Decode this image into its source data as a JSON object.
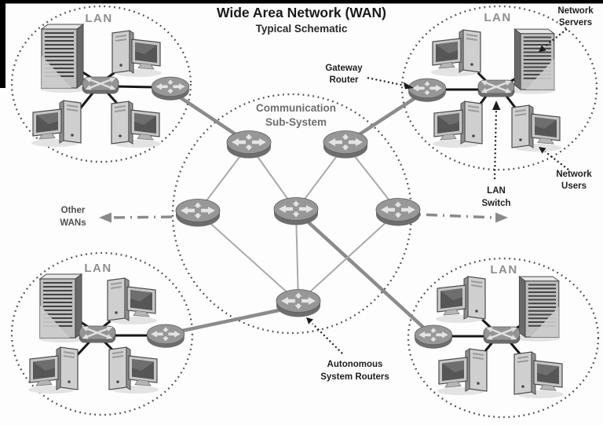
{
  "title": "Wide Area Network (WAN)",
  "subtitle": "Typical Schematic",
  "center_label": {
    "line1": "Communication",
    "line2": "Sub-System"
  },
  "lans": {
    "top_left": {
      "label": "LAN"
    },
    "top_right": {
      "label": "LAN"
    },
    "bottom_left": {
      "label": "LAN"
    },
    "bottom_right": {
      "label": "LAN"
    }
  },
  "annotations": {
    "gateway_router": {
      "line1": "Gateway",
      "line2": "Router"
    },
    "network_servers": {
      "line1": "Network",
      "line2": "Servers"
    },
    "network_users": {
      "line1": "Network",
      "line2": "Users"
    },
    "lan_switch": {
      "line1": "LAN",
      "line2": "Switch"
    },
    "autonomous_system_routers": {
      "line1": "Autonomous",
      "line2": "System Routers"
    },
    "other_wans": {
      "line1": "Other",
      "line2": "WANs"
    }
  },
  "icons": {
    "router-icon": "gray disc with 4 outward arrows ✛",
    "lan-switch-icon": "gray box with crossing arrows ⤫",
    "server-icon": "tower server with vent slats",
    "workstation-icon": "desktop tower + monitor",
    "arrow-left-icon": "◀",
    "arrow-right-icon": "▶"
  },
  "colors": {
    "background": "#ffffff",
    "frame_bar": "#000000",
    "title_text": "#1a1a1a",
    "lan_label": "#8e8e8e",
    "subsystem_label": "#6e6e6e",
    "annotation_text": "#1f1f1f",
    "device_link": "#171717",
    "wan_link": "#8b8b8b",
    "mesh_link": "#a9a9a9",
    "dotted_boundary": "#4e4e4e"
  }
}
